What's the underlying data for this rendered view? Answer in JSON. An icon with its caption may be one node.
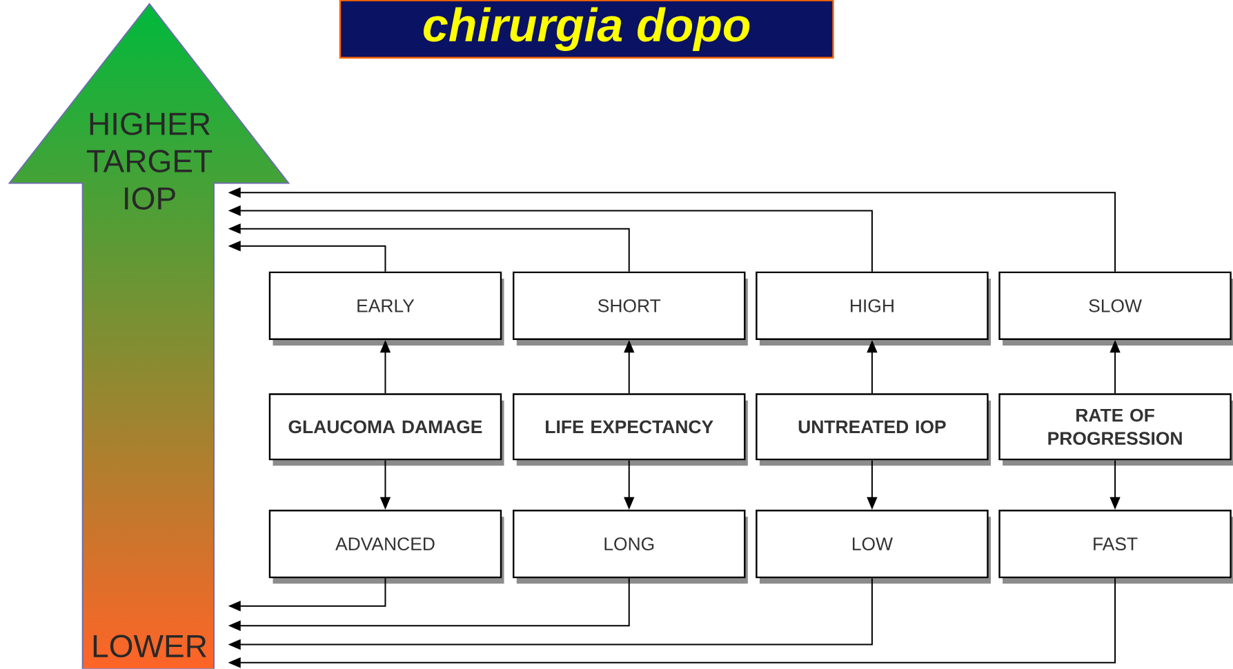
{
  "diagram": {
    "title": "chirurgia dopo",
    "nodes": [
      {
        "text": [
          "HIGHER TARGET IOP",
          "LOWER"
        ]
      },
      {
        "text": [
          "EARLY"
        ]
      },
      {
        "text": [
          "SHORT"
        ]
      },
      {
        "text": [
          "HIGH"
        ]
      },
      {
        "text": [
          "SLOW"
        ]
      },
      {
        "text": [
          "GLAUCOMA DAMAGE"
        ]
      },
      {
        "text": [
          "LIFE EXPECTANCY"
        ]
      },
      {
        "text": [
          "UNTREATED IOP"
        ]
      },
      {
        "text": [
          "RATE OF PROGRESSION"
        ]
      },
      {
        "text": [
          "ADVANCED"
        ]
      },
      {
        "text": [
          "LONG"
        ]
      },
      {
        "text": [
          "LOW"
        ]
      },
      {
        "text": [
          "FAST"
        ]
      }
    ],
    "edges": [
      {
        "from": 1,
        "to": 0,
        "arrow": "to"
      },
      {
        "from": 2,
        "to": 0,
        "arrow": "to"
      },
      {
        "from": 3,
        "to": 0,
        "arrow": "to"
      },
      {
        "from": 4,
        "to": 0,
        "arrow": "to"
      },
      {
        "from": 5,
        "to": 1,
        "arrow": "to"
      },
      {
        "from": 6,
        "to": 2,
        "arrow": "to"
      },
      {
        "from": 7,
        "to": 3,
        "arrow": "to"
      },
      {
        "from": 8,
        "to": 4,
        "arrow": "to"
      },
      {
        "from": 5,
        "to": 9,
        "arrow": "to"
      },
      {
        "from": 6,
        "to": 10,
        "arrow": "to"
      },
      {
        "from": 7,
        "to": 11,
        "arrow": "to"
      },
      {
        "from": 8,
        "to": 12,
        "arrow": "to"
      },
      {
        "from": 9,
        "to": 0,
        "arrow": "to"
      },
      {
        "from": 10,
        "to": 0,
        "arrow": "to"
      },
      {
        "from": 11,
        "to": 0,
        "arrow": "to"
      },
      {
        "from": 12,
        "to": 0,
        "arrow": "to"
      }
    ]
  }
}
